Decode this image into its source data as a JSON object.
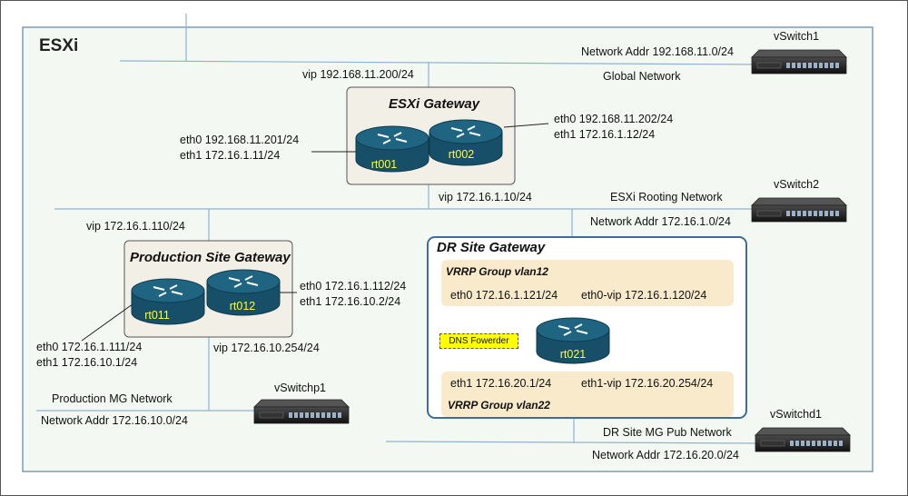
{
  "esxi_label": "ESXi",
  "top_area": {
    "vip": "vip 192.168.11.200/24",
    "network_addr": "Network Addr 192.168.11.0/24",
    "network_name": "Global Network",
    "switch_name": "vSwitch1"
  },
  "esxi_gateway": {
    "title": "ESXi Gateway",
    "rt001": {
      "name": "rt001",
      "eth0": "eth0 192.168.11.201/24",
      "eth1": "eth1 172.16.1.11/24"
    },
    "rt002": {
      "name": "rt002",
      "eth0": "eth0 192.168.11.202/24",
      "eth1": "eth1 172.16.1.12/24"
    },
    "vip": "vip 172.16.1.10/24"
  },
  "rooting": {
    "network_name": "ESXi Rooting Network",
    "network_addr": "Network Addr 172.16.1.0/24",
    "switch_name": "vSwitch2"
  },
  "production_gateway": {
    "title": "Production Site Gateway",
    "vip_top": "vip 172.16.1.110/24",
    "rt011": {
      "name": "rt011",
      "eth0": "eth0 172.16.1.111/24",
      "eth1": "eth1 172.16.10.1/24"
    },
    "rt012": {
      "name": "rt012",
      "eth0": "eth0 172.16.1.112/24",
      "eth1": "eth1 172.16.10.2/24"
    },
    "vip_bottom": "vip 172.16.10.254/24"
  },
  "production_mg": {
    "network_name": "Production MG Network",
    "network_addr": "Network Addr 172.16.10.0/24",
    "switch_name": "vSwitchp1"
  },
  "dr_gateway": {
    "title": "DR Site Gateway",
    "group1": "VRRP Group vlan12",
    "eth0": "eth0 172.16.1.121/24",
    "eth0_vip": "eth0-vip 172.16.1.120/24",
    "dns": "DNS Fowerder",
    "router": "rt021",
    "eth1": "eth1 172.16.20.1/24",
    "eth1_vip": "eth1-vip 172.16.20.254/24",
    "group2": "VRRP Group vlan22"
  },
  "dr_mg": {
    "network_name": "DR Site MG Pub Network",
    "network_addr": "Network Addr 172.16.20.0/24",
    "switch_name": "vSwitchd1"
  },
  "colors": {
    "background": "#f3f9f2",
    "line": "#8fb2d2",
    "router": "#1f6582",
    "box": "#f1efe6",
    "band": "#f8eacb",
    "dr_border": "#3e6d9b",
    "router_label": "#ffff33"
  }
}
